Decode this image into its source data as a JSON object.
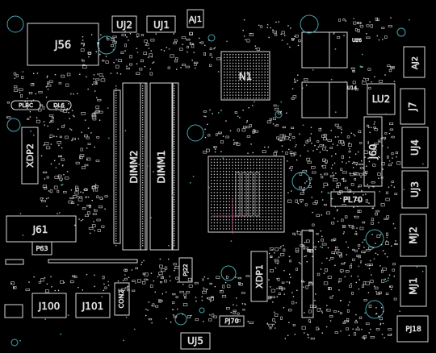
{
  "labels": {
    "j56": "J56",
    "uj2": "UJ2",
    "uj1": "UJ1",
    "aj1": "AJ1",
    "n1": "N1",
    "plbc": "PLBC",
    "dl6": "DL6",
    "dimm2": "DIMM2",
    "dimm1": "DIMM1",
    "xdp2": "XDP2",
    "j61": "J61",
    "p63": "P63",
    "j100": "J100",
    "j101": "J101",
    "con2": "CON2",
    "pj22": "PJ22",
    "xdp1": "XDP1",
    "pj70": "PJ70",
    "uj5": "UJ5",
    "j60": "J60",
    "lu2": "LU2",
    "j7": "J7",
    "aj2": "AJ2",
    "uj4": "UJ4",
    "uj3": "UJ3",
    "pl70": "PL70",
    "mj2": "MJ2",
    "mj1": "MJ1",
    "pj18": "PJ18",
    "u14": "U14",
    "u26": "U26"
  },
  "colors": {
    "background": "#000000",
    "outline": "#d9d9d9",
    "via": "#4aa3ad",
    "marker": "#ff69b4"
  }
}
